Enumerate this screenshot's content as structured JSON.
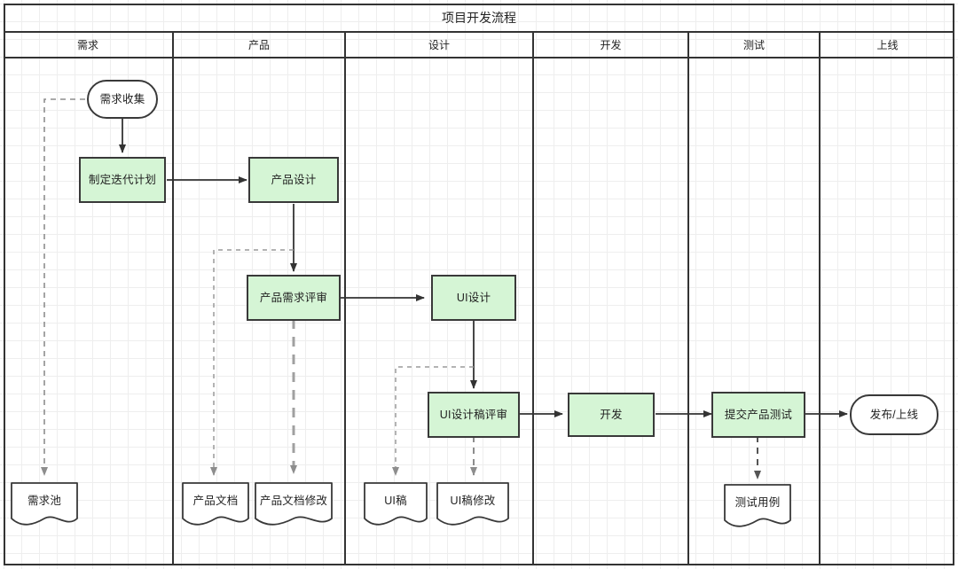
{
  "diagram": {
    "title": "项目开发流程",
    "type": "swimlane-flowchart",
    "colors": {
      "process_fill": "#d5f5d5",
      "node_stroke": "#393939",
      "lane_stroke": "#333333",
      "solid_edge": "#333333",
      "dashed_edge": "#888888",
      "grid": "#eeeeee",
      "background": "#ffffff"
    }
  },
  "lanes": [
    {
      "id": "lane-requirement",
      "label": "需求"
    },
    {
      "id": "lane-product",
      "label": "产品"
    },
    {
      "id": "lane-design",
      "label": "设计"
    },
    {
      "id": "lane-dev",
      "label": "开发"
    },
    {
      "id": "lane-test",
      "label": "测试"
    },
    {
      "id": "lane-release",
      "label": "上线"
    }
  ],
  "nodes": [
    {
      "id": "n-req-collect",
      "label": "需求收集",
      "shape": "terminator",
      "lane": "需求"
    },
    {
      "id": "n-iter-plan",
      "label": "制定迭代计划",
      "shape": "process",
      "lane": "需求"
    },
    {
      "id": "n-req-pool",
      "label": "需求池",
      "shape": "document",
      "lane": "需求"
    },
    {
      "id": "n-prod-design",
      "label": "产品设计",
      "shape": "process",
      "lane": "产品"
    },
    {
      "id": "n-prod-review",
      "label": "产品需求评审",
      "shape": "process",
      "lane": "产品"
    },
    {
      "id": "n-prod-doc",
      "label": "产品文档",
      "shape": "document",
      "lane": "产品"
    },
    {
      "id": "n-prod-doc-mod",
      "label": "产品文档修改",
      "shape": "document",
      "lane": "产品"
    },
    {
      "id": "n-ui-design",
      "label": "UI设计",
      "shape": "process",
      "lane": "设计"
    },
    {
      "id": "n-ui-review",
      "label": "UI设计稿评审",
      "shape": "process",
      "lane": "设计"
    },
    {
      "id": "n-ui-draft",
      "label": "UI稿",
      "shape": "document",
      "lane": "设计"
    },
    {
      "id": "n-ui-draft-mod",
      "label": "UI稿修改",
      "shape": "document",
      "lane": "设计"
    },
    {
      "id": "n-dev",
      "label": "开发",
      "shape": "process",
      "lane": "开发"
    },
    {
      "id": "n-submit-test",
      "label": "提交产品测试",
      "shape": "process",
      "lane": "测试"
    },
    {
      "id": "n-test-case",
      "label": "测试用例",
      "shape": "document",
      "lane": "测试"
    },
    {
      "id": "n-release",
      "label": "发布/上线",
      "shape": "terminator",
      "lane": "上线"
    }
  ],
  "edges": [
    {
      "from": "n-req-collect",
      "to": "n-iter-plan",
      "style": "solid"
    },
    {
      "from": "n-req-collect",
      "to": "n-req-pool",
      "style": "dashed"
    },
    {
      "from": "n-iter-plan",
      "to": "n-prod-design",
      "style": "solid"
    },
    {
      "from": "n-prod-design",
      "to": "n-prod-review",
      "style": "solid"
    },
    {
      "from": "n-prod-design",
      "to": "n-prod-doc",
      "style": "dashed"
    },
    {
      "from": "n-prod-review",
      "to": "n-prod-doc-mod",
      "style": "dashed"
    },
    {
      "from": "n-prod-review",
      "to": "n-ui-design",
      "style": "solid"
    },
    {
      "from": "n-ui-design",
      "to": "n-ui-review",
      "style": "solid"
    },
    {
      "from": "n-ui-design",
      "to": "n-ui-draft",
      "style": "dashed"
    },
    {
      "from": "n-ui-review",
      "to": "n-ui-draft-mod",
      "style": "dashed"
    },
    {
      "from": "n-ui-review",
      "to": "n-dev",
      "style": "solid"
    },
    {
      "from": "n-dev",
      "to": "n-submit-test",
      "style": "solid"
    },
    {
      "from": "n-submit-test",
      "to": "n-test-case",
      "style": "dashed"
    },
    {
      "from": "n-submit-test",
      "to": "n-release",
      "style": "solid"
    }
  ]
}
